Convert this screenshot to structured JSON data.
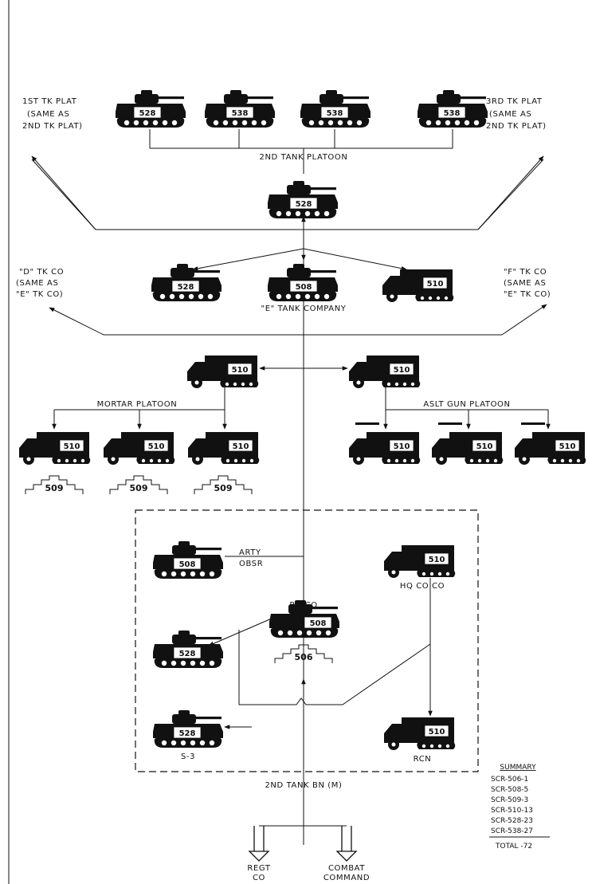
{
  "labels": {
    "plat1_a": "1ST TK PLAT",
    "plat1_b": "(SAME AS",
    "plat1_c": "2ND TK PLAT)",
    "plat3_a": "3RD TK PLAT",
    "plat3_b": "(SAME AS",
    "plat3_c": "2ND TK PLAT)",
    "platoon2": "2ND TANK PLATOON",
    "cod_a": "\"D\" TK CO",
    "cod_b": "(SAME AS",
    "cod_c": "\"E\" TK CO)",
    "cof_a": "\"F\" TK CO",
    "cof_b": "(SAME AS",
    "cof_c": "\"E\" TK CO)",
    "e_company": "\"E\" TANK COMPANY",
    "mortar": "MORTAR PLATOON",
    "aslt": "ASLT GUN PLATOON",
    "arty_a": "ARTY",
    "arty_b": "OBSR",
    "bn_co": "BN CO",
    "hq_co": "HQ CO CO",
    "s3": "S-3",
    "rcn": "RCN",
    "battalion": "2ND TANK BN (M)",
    "regt_a": "REGT",
    "regt_b": "CO",
    "combat_a": "COMBAT",
    "combat_b": "COMMAND"
  },
  "vehicles": {
    "top_1": "528",
    "top_2": "538",
    "top_3": "538",
    "top_4": "538",
    "plat_leader": "528",
    "e_left": "528",
    "e_center": "508",
    "e_right": "510",
    "mid_left": "510",
    "mid_right": "510",
    "mortar_1": "510",
    "mortar_2": "510",
    "mortar_3": "510",
    "aslt_1": "510",
    "aslt_2": "510",
    "aslt_3": "510",
    "hq_arty": "508",
    "hq_cmd": "528",
    "hq_s3": "528",
    "hq_bnco": "508",
    "hq_hqco": "510",
    "hq_rcn": "510"
  },
  "antennas": {
    "mortar_1": "509",
    "mortar_2": "509",
    "mortar_3": "509",
    "bnco": "506"
  },
  "summary": {
    "title": "SUMMARY",
    "rows": [
      "SCR-506-1",
      "SCR-508-5",
      "SCR-509-3",
      "SCR-510-13",
      "SCR-528-23",
      "SCR-538-27"
    ],
    "total": "TOTAL -72"
  }
}
